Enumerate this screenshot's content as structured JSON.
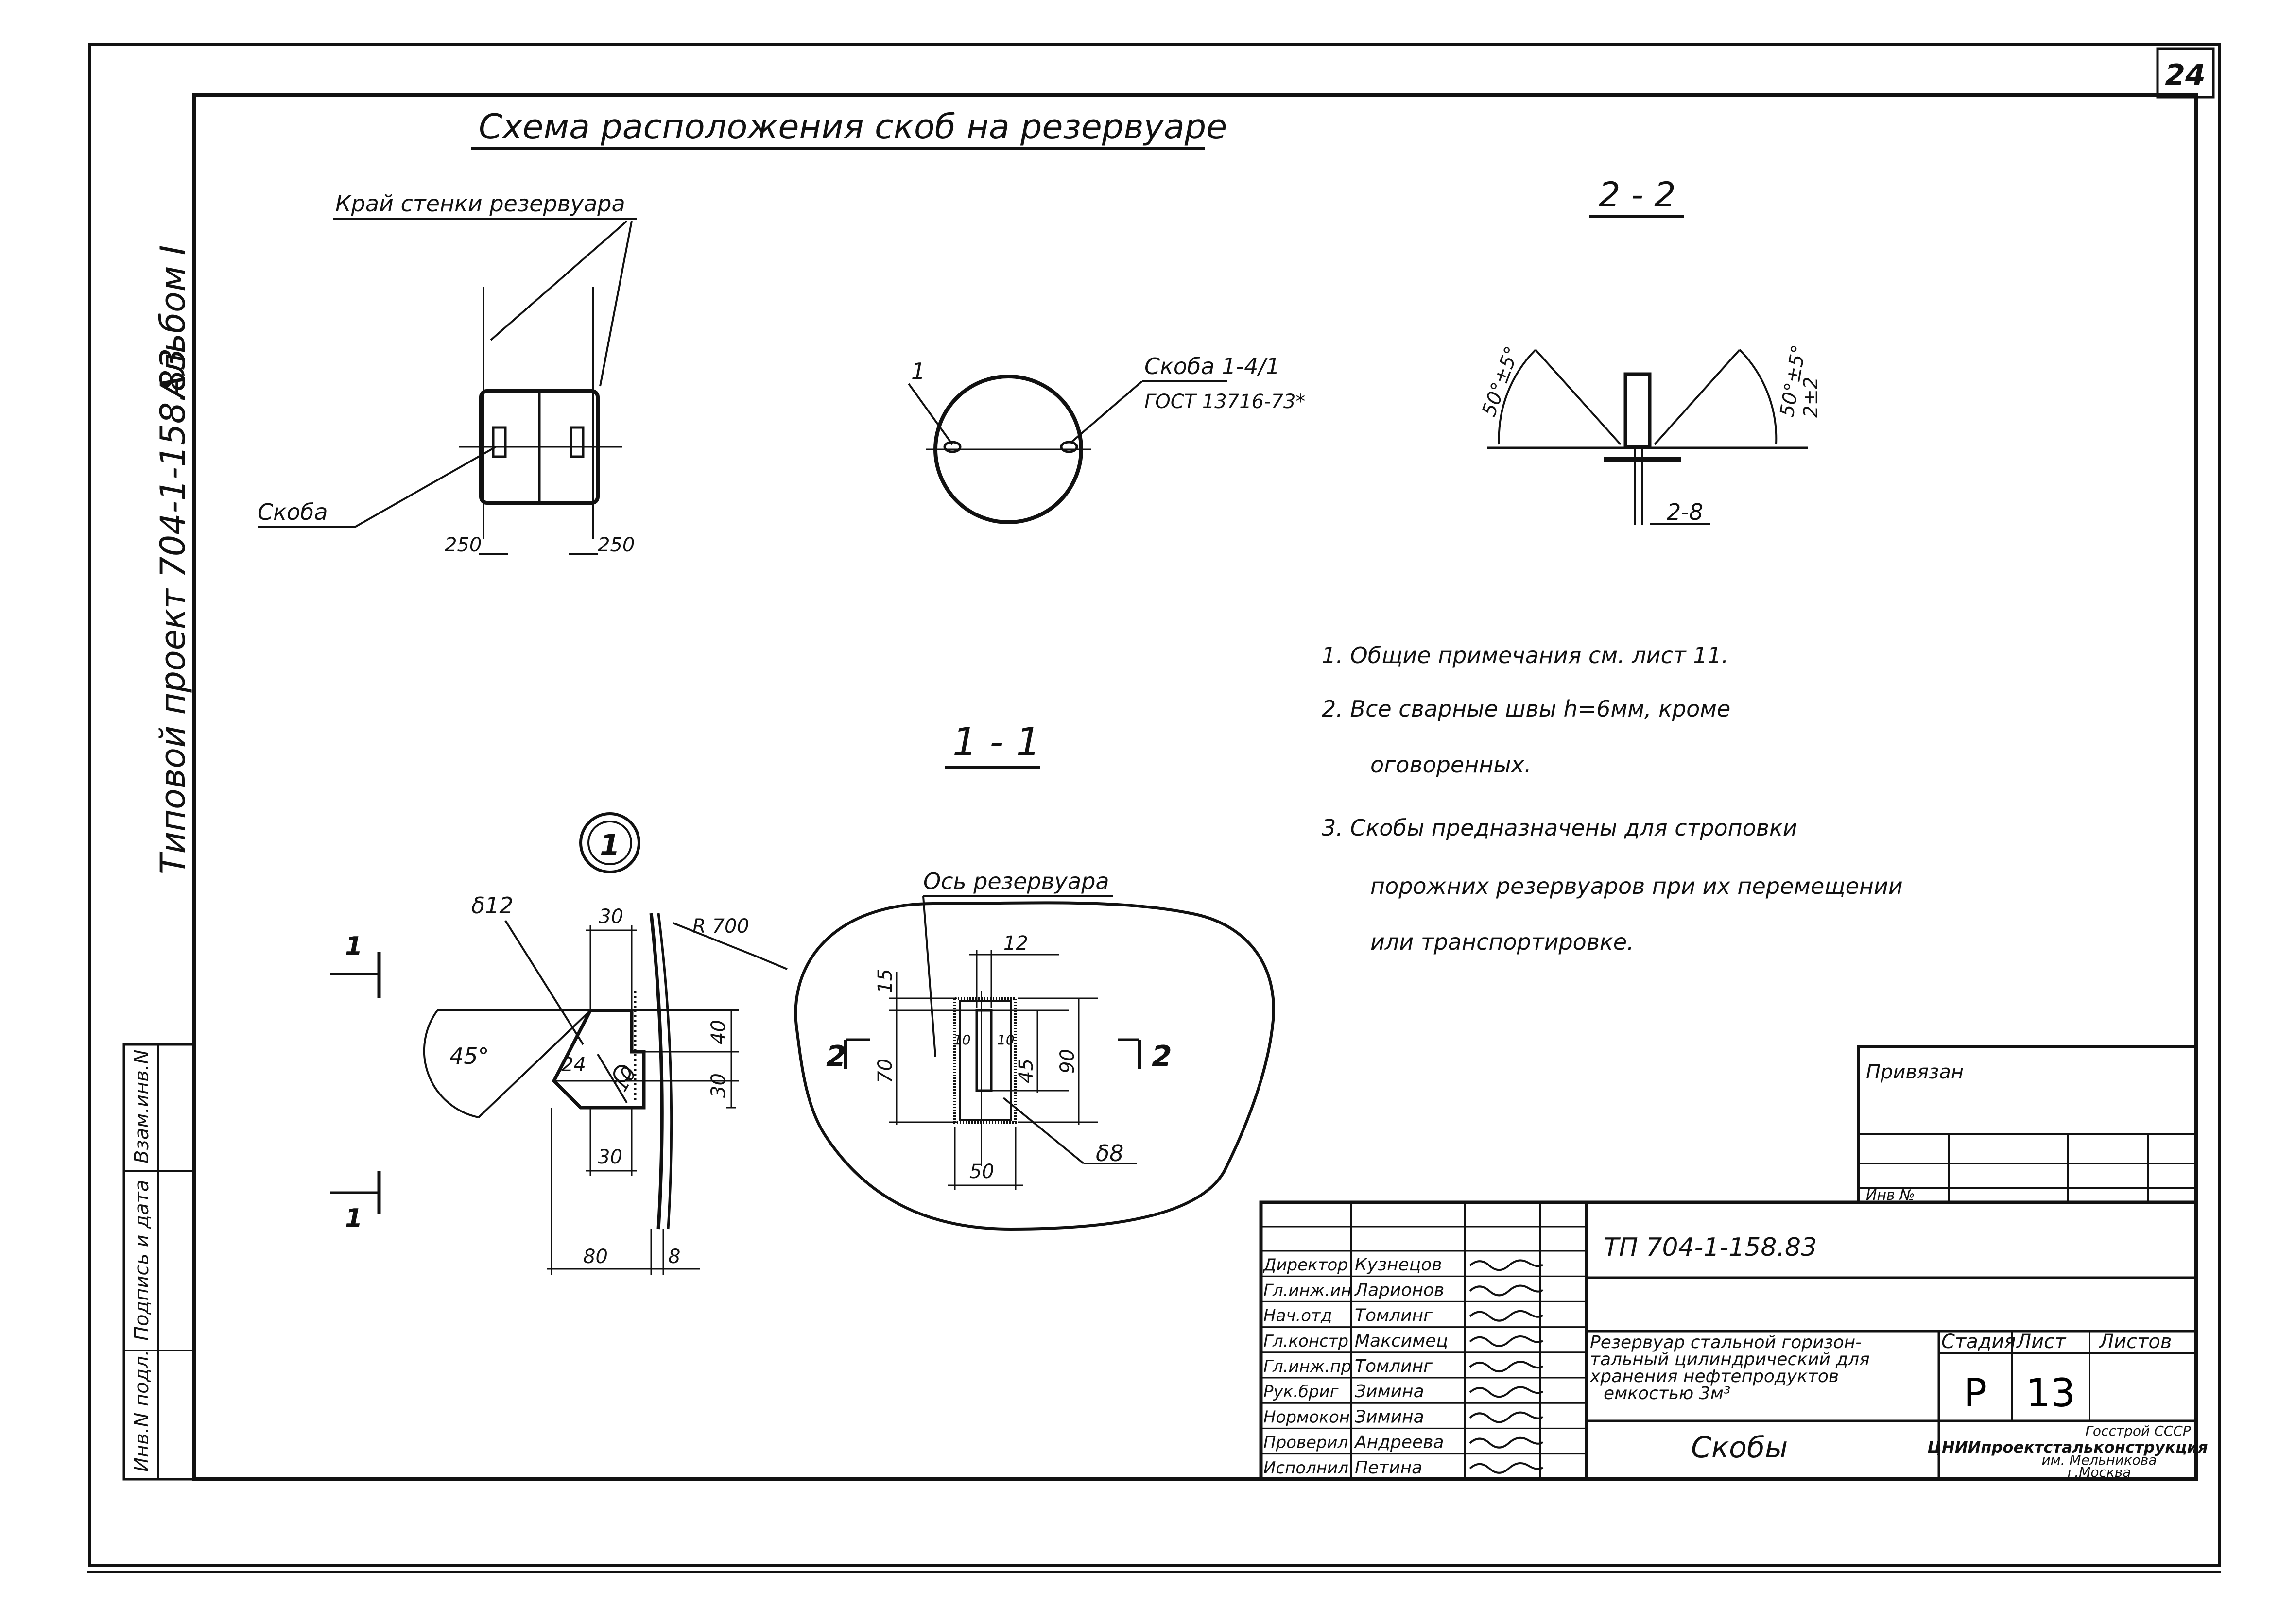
{
  "sheet": {
    "page_number": "24",
    "album": "Альбом I",
    "project": "Типовой проект 704-1-158.83"
  },
  "title": "Схема расположения скоб на резервуаре",
  "plan_view": {
    "wall_edge_label": "Край стенки резервуара",
    "bracket_label": "Скоба",
    "dim_left": "250",
    "dim_right": "250"
  },
  "circle_view": {
    "callout": "1",
    "bracket_ref_line1": "Скоба 1-4/1",
    "bracket_ref_line2": "ГОСТ 13716-73*"
  },
  "section_2_2": {
    "title": "2 - 2",
    "angle_left": "50°±5°",
    "angle_right": "50°±5°",
    "gap_right": "2±2",
    "gap_bottom": "2-8"
  },
  "notes": [
    "1. Общие примечания см. лист 11.",
    "2. Все сварные швы h=6мм, кроме",
    "оговоренных.",
    "3. Скобы предназначены для строповки",
    "порожних резервуаров при их перемещении",
    "или транспортировке."
  ],
  "detail_1": {
    "callout": "1",
    "thickness": "δ12",
    "radius": "R 700",
    "angle": "45°",
    "dim_top": "30",
    "dim_right_top": "40",
    "dim_right_bottom": "30",
    "dim_inner": "24",
    "dim_hole": "10",
    "dim_lower": "30",
    "dim_bottom": "80",
    "dim_plate": "8",
    "cut_mark": "1"
  },
  "section_1_1": {
    "title": "1 - 1",
    "axis_label": "Ось резервуара",
    "dim_top": "12",
    "dim_left_top": "15",
    "dim_left": "70",
    "dim_slot_left": "10",
    "dim_slot_right": "10",
    "dim_inner": "45",
    "dim_right": "90",
    "dim_bottom": "50",
    "thickness": "δ8",
    "cut_left": "2",
    "cut_right": "2"
  },
  "binding": {
    "label": "Привязан",
    "inv_no": "Инв №"
  },
  "left_margin": {
    "inv_podl": "Инв.N подл.",
    "podpis": "Подпись и дата",
    "vzam": "Взам.инв.N"
  },
  "title_block": {
    "code": "ТП 704-1-158.83",
    "description": [
      "Резервуар стальной горизон-",
      "тальный цилиндрический для",
      "хранения нефтепродуктов",
      "емкостью 3м³"
    ],
    "sheet_title": "Скобы",
    "stage_label": "Стадия",
    "sheet_label": "Лист",
    "sheets_label": "Листов",
    "stage": "Р",
    "sheet": "13",
    "org_line1": "Госстрой СССР",
    "org_line2": "ЦНИИпроектстальконструкция",
    "org_line3": "им. Мельникова",
    "org_line4": "г.Москва",
    "staff": [
      {
        "role": "Директор",
        "name": "Кузнецов"
      },
      {
        "role": "Гл.инж.ин",
        "name": "Ларионов"
      },
      {
        "role": "Нач.отд",
        "name": "Томлинг"
      },
      {
        "role": "Гл.констр",
        "name": "Максимец"
      },
      {
        "role": "Гл.инж.пр",
        "name": "Томлинг"
      },
      {
        "role": "Рук.бриг",
        "name": "Зимина"
      },
      {
        "role": "Нормокон",
        "name": "Зимина"
      },
      {
        "role": "Проверил",
        "name": "Андреева"
      },
      {
        "role": "Исполнил",
        "name": "Петина"
      }
    ]
  }
}
